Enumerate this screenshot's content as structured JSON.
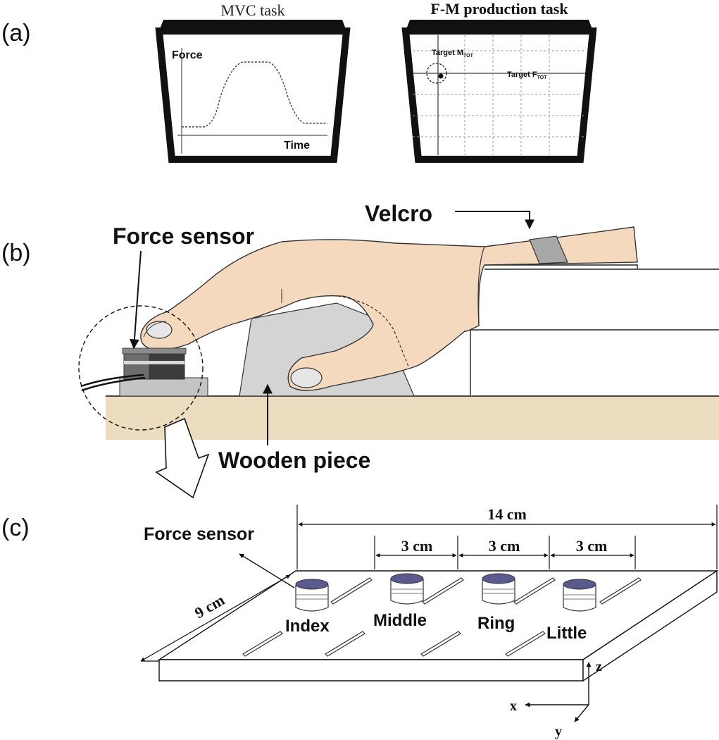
{
  "panels": {
    "a": "(a)",
    "b": "(b)",
    "c": "(c)"
  },
  "panel_a": {
    "mvc_title": "MVC task",
    "mvc_y_label": "Force",
    "mvc_x_label": "Time",
    "fm_title": "F-M production task",
    "fm_target_m": "Target M",
    "fm_target_m_sub": "TOT",
    "fm_target_f": "Target F",
    "fm_target_f_sub": "TOT"
  },
  "panel_b": {
    "velcro": "Velcro",
    "force_sensor": "Force sensor",
    "wooden_piece": "Wooden piece"
  },
  "panel_c": {
    "force_sensor": "Force sensor",
    "width": "14 cm",
    "spacing_1": "3 cm",
    "spacing_2": "3 cm",
    "spacing_3": "3 cm",
    "depth": "9 cm",
    "fingers": [
      "Index",
      "Middle",
      "Ring",
      "Little"
    ],
    "axis_x": "x",
    "axis_y": "y",
    "axis_z": "z"
  },
  "colors": {
    "outline": "#111111",
    "skin": "#f5d9bf",
    "nail": "#e6e6e6",
    "table": "#ecdcc0",
    "wood": "#d4d4d4",
    "sensor_top": "#5a5a8e",
    "velcro": "#a8a8a8"
  }
}
